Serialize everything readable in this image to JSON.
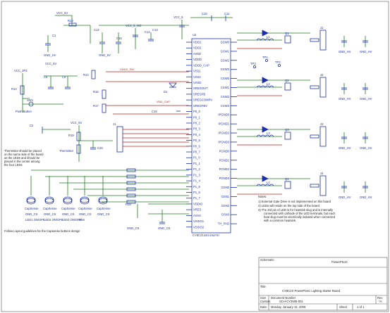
{
  "ic": {
    "refdes": "U2",
    "part": "CY8C21434-24LFXI",
    "left_pins": [
      "VDD1",
      "VDD2",
      "AVDD",
      "VDDD",
      "VDDD_CAP",
      "VSS1",
      "VSS2",
      "VSSD",
      "SREGOUT",
      "SREGFB",
      "SREGCOMPV",
      "SREGFBV",
      "P0_0",
      "P0_1",
      "P0_2",
      "P0_3",
      "P0_4",
      "P0_5",
      "P0_6",
      "P0_7",
      "P1_0",
      "P1_1",
      "P1_2",
      "P1_3",
      "P1_4",
      "P1_5",
      "P1_6",
      "P1_7",
      "VDDIO",
      "XRES",
      "AVSS",
      "VSSIO1",
      "VSSIO2"
    ],
    "right_pins": [
      "GSW0",
      "GSW1",
      "GSW2",
      "GSW3",
      "CSW0",
      "CSW1",
      "CSW2",
      "CSW3",
      "IPGND0",
      "IPGND1",
      "IPGND2",
      "IPGND3",
      "PGND0",
      "PGND1",
      "PGND2",
      "PGND3",
      "GSN0",
      "GSN1",
      "GSN2",
      "GSN3",
      "TH_PAD"
    ]
  },
  "nets": {
    "vcc_5v": "VCC_5V",
    "vcc_5v_go": "VCC_5_GO",
    "vcc_5v2": "VCC_5",
    "vcc_3p3": "VCC_3P3",
    "gnd_hv": "GND_HV",
    "gnd_5v": "GND_5V",
    "gnd_cs": "GND_CS",
    "vcc_cap": "VCC_CAP"
  },
  "components": {
    "r10": "R10",
    "r13": "R13",
    "r14": "R14",
    "r19": "R19",
    "r16": "R16",
    "r17": "R17",
    "r18": "R18",
    "c1": "C1",
    "c2": "C2",
    "c3": "C3",
    "c4": "C4",
    "c5": "C5",
    "c6": "C6",
    "c8": "C8",
    "c9": "C9",
    "c10": "C10",
    "c11": "C11",
    "c12": "C12",
    "c13": "C13",
    "c14": "C14",
    "c15": "C15",
    "c16": "C16",
    "c26": "C26",
    "sw1": "SW1",
    "d1": "D1",
    "l1": "L1",
    "l2": "L2",
    "l3": "L3",
    "l4": "L4",
    "q1": "Q1",
    "q2": "Q2",
    "q3": "Q3",
    "q4": "Q4",
    "j1": "J1",
    "j2": "J2",
    "j3": "J3",
    "j4": "J4",
    "tp1": "TP1",
    "tp2": "TP2",
    "tp3": "TP3"
  },
  "labels": {
    "push_button": "Push Button",
    "thermistor_note": "Thermistor should be placed on the same side of the board as the LEDs and should be placed in the center among the four LEDs",
    "thermistor": "Thermistor",
    "follow_layout": "Follow Layout guidelines for the Capsense buttons design",
    "led1": "LED1 ON/OFF",
    "led2": "LED2 ON/OFF",
    "led3": "LED3 ON/OFF",
    "dim": "DIM",
    "capsense": "CapSense"
  },
  "notes": {
    "title": "Notes:",
    "items": [
      "1) External Gate Drive is not implemented on this board",
      "2) LEDs will reside on the top side of the board",
      "3) The 3rd pin of LED is for heatsink slug and is internally connected with cathode of the LED terminals, but each heat slug must be electrically isolated when connected with a common heatsink."
    ]
  },
  "title_block": {
    "company": "PowerPSoC",
    "title_label": "Title",
    "title": "CY8C2X PowerPSoC Lighting Starter Board",
    "size_label": "Size",
    "size": "Custom",
    "doc_label": "Document Number",
    "doc": "SCH-CY2505-001",
    "rev_label": "Rev",
    "rev": "*A",
    "date_label": "Date:",
    "date": "Monday, January 12, 2009",
    "sheet_label": "Sheet",
    "sheet": "1 of 1"
  }
}
